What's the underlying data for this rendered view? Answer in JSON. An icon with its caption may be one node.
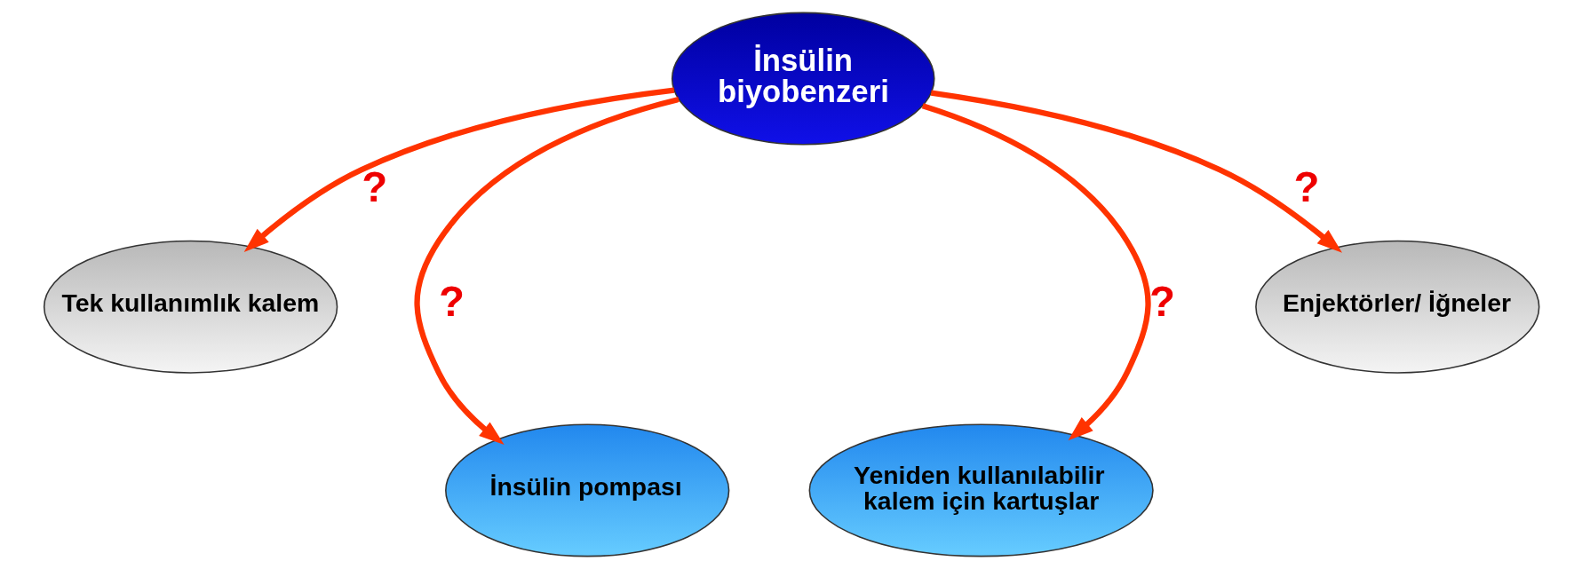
{
  "diagram": {
    "nodes": [
      {
        "text": [
          "İnsülin biyobenzeri"
        ]
      },
      {
        "text": [
          "Tek kullanımlık kalem"
        ]
      },
      {
        "text": [
          "Enjektörler/ İğneler"
        ]
      },
      {
        "text": [
          "İnsülin pompası"
        ]
      },
      {
        "text": [
          "Yeniden kullanılabilir kalem için kartuşlar"
        ]
      }
    ],
    "edges": [
      {
        "from": 0,
        "to": 1,
        "arrow": "to",
        "label": "?"
      },
      {
        "from": 0,
        "to": 3,
        "arrow": "to",
        "label": "?"
      },
      {
        "from": 0,
        "to": 4,
        "arrow": "to",
        "label": "?"
      },
      {
        "from": 0,
        "to": 2,
        "arrow": "to",
        "label": "?"
      }
    ]
  }
}
